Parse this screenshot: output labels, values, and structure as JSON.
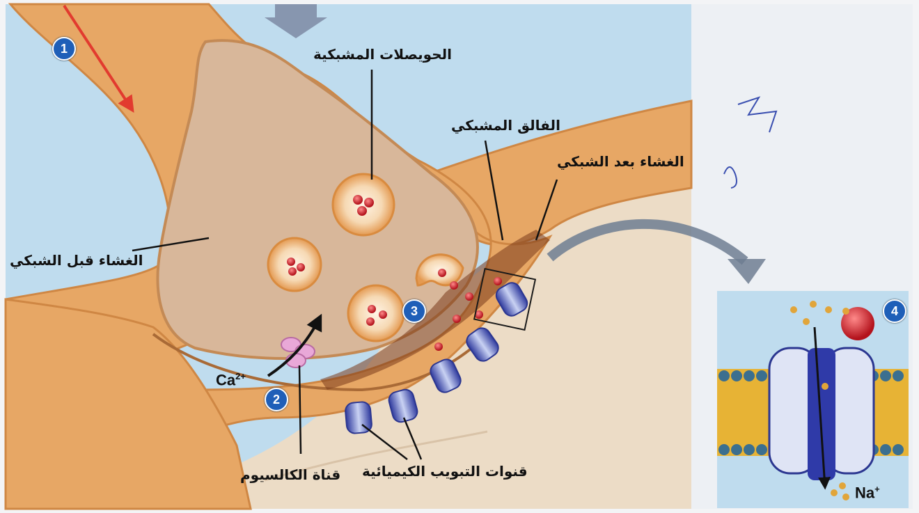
{
  "labels": {
    "synaptic_vesicles": "الحويصلات المشبكية",
    "synaptic_cleft": "الفالق المشبكي",
    "postsynaptic_membrane": "الغشاء بعد الشبكي",
    "presynaptic_membrane": "الغشاء قبل الشبكي",
    "calcium_channel": "قناة الكالسيوم",
    "chemical_gated_channels": "قنوات التبويب الكيميائية",
    "calcium_ion": "Ca",
    "calcium_charge": "2+",
    "sodium_ion": "Na",
    "sodium_charge": "+"
  },
  "steps": {
    "one": "1",
    "two": "2",
    "three": "3",
    "four": "4"
  },
  "colors": {
    "sky": "#bfdcee",
    "neuron": "#e7a765",
    "neuron_dark": "#cf8744",
    "cytoplasm": "#d8b79a",
    "postsynaptic": "#ecdcc6",
    "channel": "#4e57b8",
    "channel_light": "#a9b7e8",
    "calcium_channel": "#e9a8d8",
    "neurotransmitter": "#d9272f",
    "badge": "#1f5fb8",
    "arrow_red": "#e23b2f",
    "membrane_head": "#3b6f8f",
    "membrane_tail": "#e7b335"
  },
  "icons": {
    "signal_arrow": "red-arrow-icon",
    "flow_arrow": "curved-arrow-icon",
    "ion_arrow": "black-arrow-icon"
  }
}
